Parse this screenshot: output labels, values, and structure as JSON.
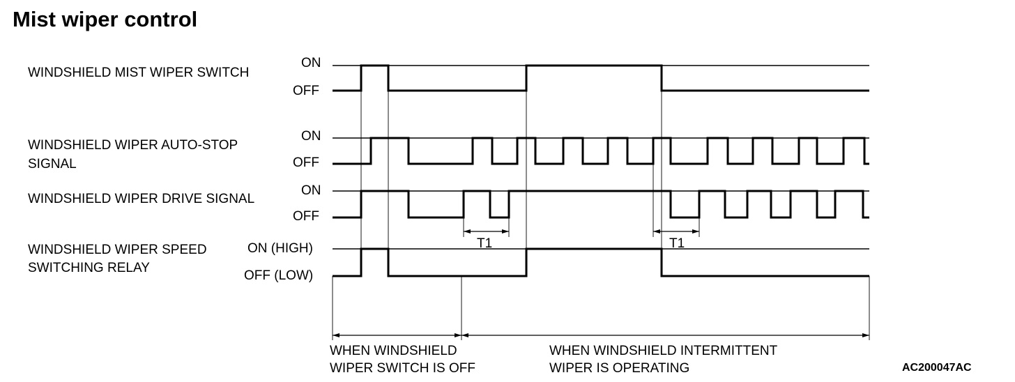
{
  "title": "Mist wiper control",
  "figure_id": "AC200047AC",
  "signals": [
    {
      "name_lines": [
        "WINDSHIELD MIST WIPER SWITCH"
      ],
      "on_label": "ON",
      "off_label": "OFF"
    },
    {
      "name_lines": [
        "WINDSHIELD WIPER AUTO-STOP",
        "SIGNAL"
      ],
      "on_label": "ON",
      "off_label": "OFF"
    },
    {
      "name_lines": [
        "WINDSHIELD WIPER DRIVE SIGNAL"
      ],
      "on_label": "ON",
      "off_label": "OFF"
    },
    {
      "name_lines": [
        "WINDSHIELD WIPER SPEED",
        "SWITCHING RELAY"
      ],
      "on_label": "ON (HIGH)",
      "off_label": "OFF (LOW)"
    }
  ],
  "timing_label": "T1",
  "periods": [
    {
      "lines": [
        "WHEN WINDSHIELD",
        "WIPER SWITCH IS OFF"
      ]
    },
    {
      "lines": [
        "WHEN WINDSHIELD INTERMITTENT",
        "WIPER IS OPERATING"
      ]
    }
  ]
}
